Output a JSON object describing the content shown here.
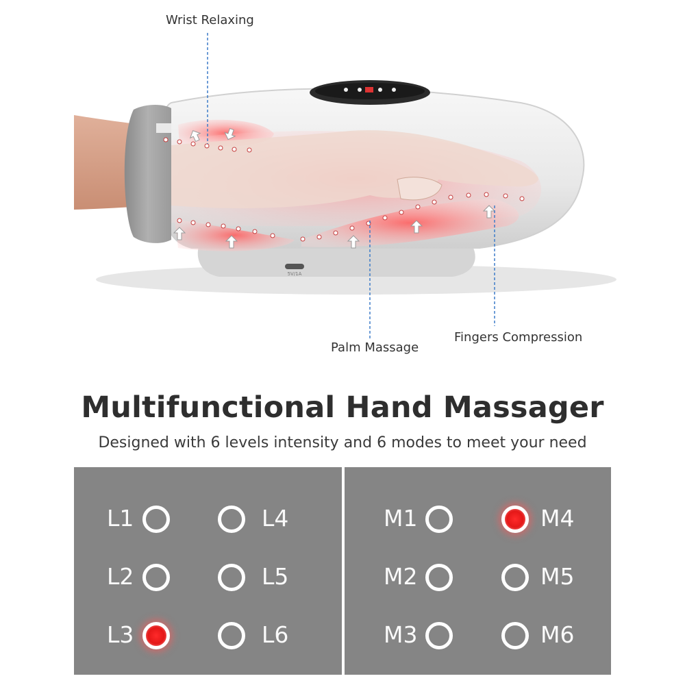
{
  "callouts": {
    "wrist": "Wrist Relaxing",
    "palm": "Palm Massage",
    "fingers": "Fingers Compression"
  },
  "device": {
    "port_label": "5V/1A"
  },
  "headline": "Multifunctional Hand Massager",
  "subline": "Designed with 6 levels intensity and 6 modes to meet your need",
  "levels": [
    {
      "label": "L1",
      "active": false
    },
    {
      "label": "L2",
      "active": false
    },
    {
      "label": "L3",
      "active": true
    },
    {
      "label": "L4",
      "active": false
    },
    {
      "label": "L5",
      "active": false
    },
    {
      "label": "L6",
      "active": false
    }
  ],
  "modes": [
    {
      "label": "M1",
      "active": false
    },
    {
      "label": "M2",
      "active": false
    },
    {
      "label": "M3",
      "active": false
    },
    {
      "label": "M4",
      "active": true
    },
    {
      "label": "M5",
      "active": false
    },
    {
      "label": "M6",
      "active": false
    }
  ],
  "colors": {
    "panel": "#858585",
    "active_indicator": "#e41818",
    "heat_zone": "#ff6f6f"
  }
}
